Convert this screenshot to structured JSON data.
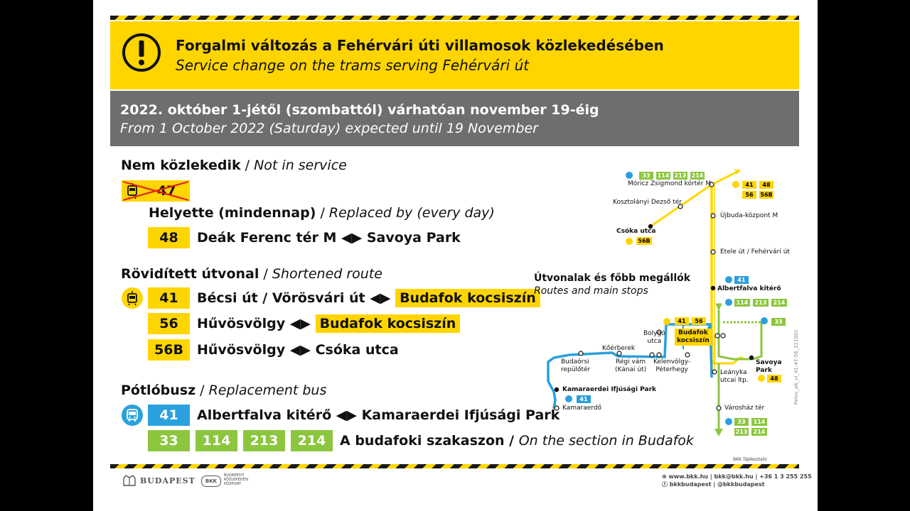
{
  "banner": {
    "title_hu": "Forgalmi változás a Fehérvári úti villamosok közlekedésében",
    "title_en": "Service change on the trams serving Fehérvári út"
  },
  "dates": {
    "hu": "2022. október 1-jétől (szombattól) várhatóan november 19-éig",
    "en": "From 1 October 2022 (Saturday) expected until 19 November"
  },
  "not_in_service": {
    "label_hu": "Nem közlekedik",
    "label_en": "Not in service",
    "route": "47",
    "replaced_hu": "Helyette (mindennap)",
    "replaced_en": "Replaced by (every day)",
    "replacement_route": "48",
    "replacement_from": "Deák Ferenc tér M",
    "replacement_to": "Savoya Park"
  },
  "shortened": {
    "label_hu": "Rövidített útvonal",
    "label_en": "Shortened route",
    "routes": [
      {
        "num": "41",
        "from": "Bécsi út / Vörösvári út",
        "to": "Budafok kocsiszín"
      },
      {
        "num": "56",
        "from": "Hűvösvölgy",
        "to": "Budafok kocsiszín"
      },
      {
        "num": "56B",
        "from": "Hűvösvölgy",
        "to": "Csóka utca"
      }
    ]
  },
  "replacement_bus": {
    "label_hu": "Pótlóbusz",
    "label_en": "Replacement bus",
    "route": "41",
    "from": "Albertfalva kitérő",
    "to": "Kamaraerdei Ifjúsági Park",
    "extra_routes": [
      "33",
      "114",
      "213",
      "214"
    ],
    "extra_text_hu": "A budafoki szakaszon",
    "extra_text_en": "On the section in Budafok"
  },
  "map": {
    "title_hu": "Útvonalak és főbb megállók",
    "title_en": "Routes and main stops",
    "stops": {
      "moricz": "Móricz Zsigmond körtér M",
      "kosztolanyi": "Kosztolányi Dezső tér",
      "csoka": "Csóka utca",
      "ujbuda": "Újbuda-központ M",
      "etele": "Etele út / Fehérvári út",
      "albertfalva": "Albertfalva kitérő",
      "budafok_1": "Budafok",
      "budafok_2": "kocsiszín",
      "bolygo_1": "Bolygó",
      "bolygo_2": "utca",
      "koerberek": "Kőérberek",
      "budaorsi_1": "Budaörsi",
      "budaorsi_2": "repülőtér",
      "regivam_1": "Régi vám",
      "regivam_2": "(Kánai út)",
      "kelenvolgy_1": "Kelenvölgy-",
      "kelenvolgy_2": "Péterhegy",
      "savoya_1": "Savoya",
      "savoya_2": "Park",
      "leanyka_1": "Leányka",
      "leanyka_2": "utcai ltp.",
      "kamaraerdei_park": "Kamaraerdei Ifjúsági Park",
      "kamaraerdo": "Kamaraerdő",
      "varoshaz": "Városház tér"
    },
    "badges": {
      "moricz_bus": [
        "33",
        "114",
        "213",
        "214"
      ],
      "moricz_tram": [
        "41",
        "48",
        "56",
        "56B"
      ],
      "csoka_tram": "56B",
      "albertfalva_bus": "41",
      "albertfalva_green": [
        "114",
        "213",
        "214"
      ],
      "budafok_tram": [
        "41",
        "56"
      ],
      "bus33": "33",
      "savoya_tram": "48",
      "kamaraerdei_bus": "41",
      "varoshaz_bus": [
        "33",
        "114",
        "213",
        "214"
      ]
    }
  },
  "footer": {
    "city": "BUDAPEST",
    "bkk_short": "BKK",
    "bkk_1": "BUDAPESTI",
    "bkk_2": "KÖZLEKEDÉSI",
    "bkk_3": "KÖZPONT",
    "contact_1": "www.bkk.hu | bkk@bkk.hu | +36 1 3 255 255",
    "contact_2": "bkkbudapest | @bkkbudapest",
    "small_tag": "BKK Tájékoztató",
    "code": "Felvo_alt_vi_41-47-56_221001"
  },
  "colors": {
    "yellow": "#ffd500",
    "grey": "#6e6e6e",
    "blue": "#2aa0dc",
    "green": "#8cc63f"
  }
}
